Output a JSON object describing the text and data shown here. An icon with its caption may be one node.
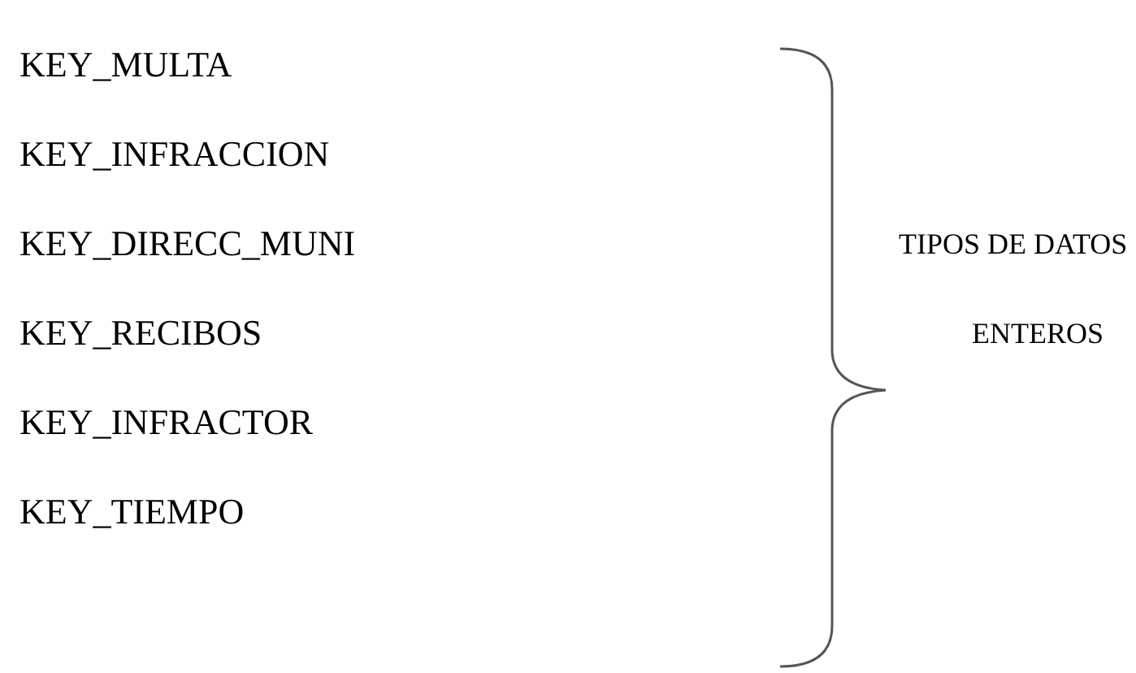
{
  "diagram": {
    "labels": [
      "KEY_MULTA",
      "KEY_INFRACCION",
      "KEY_DIRECC_MUNI",
      "KEY_RECIBOS",
      "KEY_INFRACTOR",
      "KEY_TIEMPO",
      "TIPOS DE DATOS",
      "ENTEROS"
    ]
  }
}
